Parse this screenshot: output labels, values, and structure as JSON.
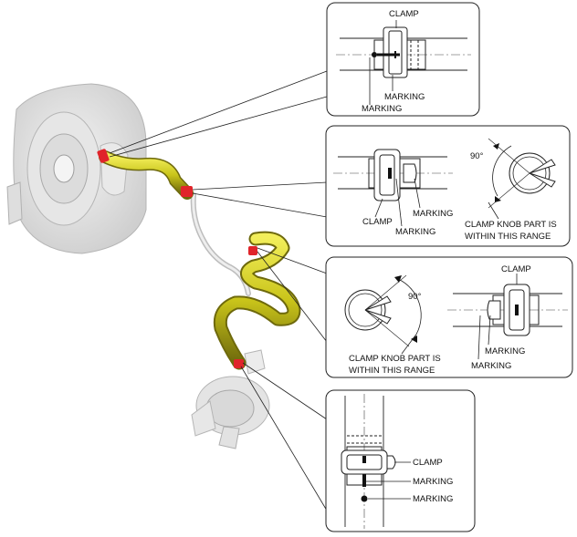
{
  "labels": {
    "clamp": "CLAMP",
    "marking": "MARKING",
    "degrees": "90°",
    "knob_line1": "CLAMP KNOB PART IS",
    "knob_line2": "WITHIN THIS RANGE"
  },
  "colors": {
    "hose": "#c9c41a",
    "hose_dark": "#7a7410",
    "clamp_accent": "#e0242a",
    "ghost_part": "#e3e3e3",
    "ghost_edge": "#b8b8b8",
    "line": "#222222"
  }
}
